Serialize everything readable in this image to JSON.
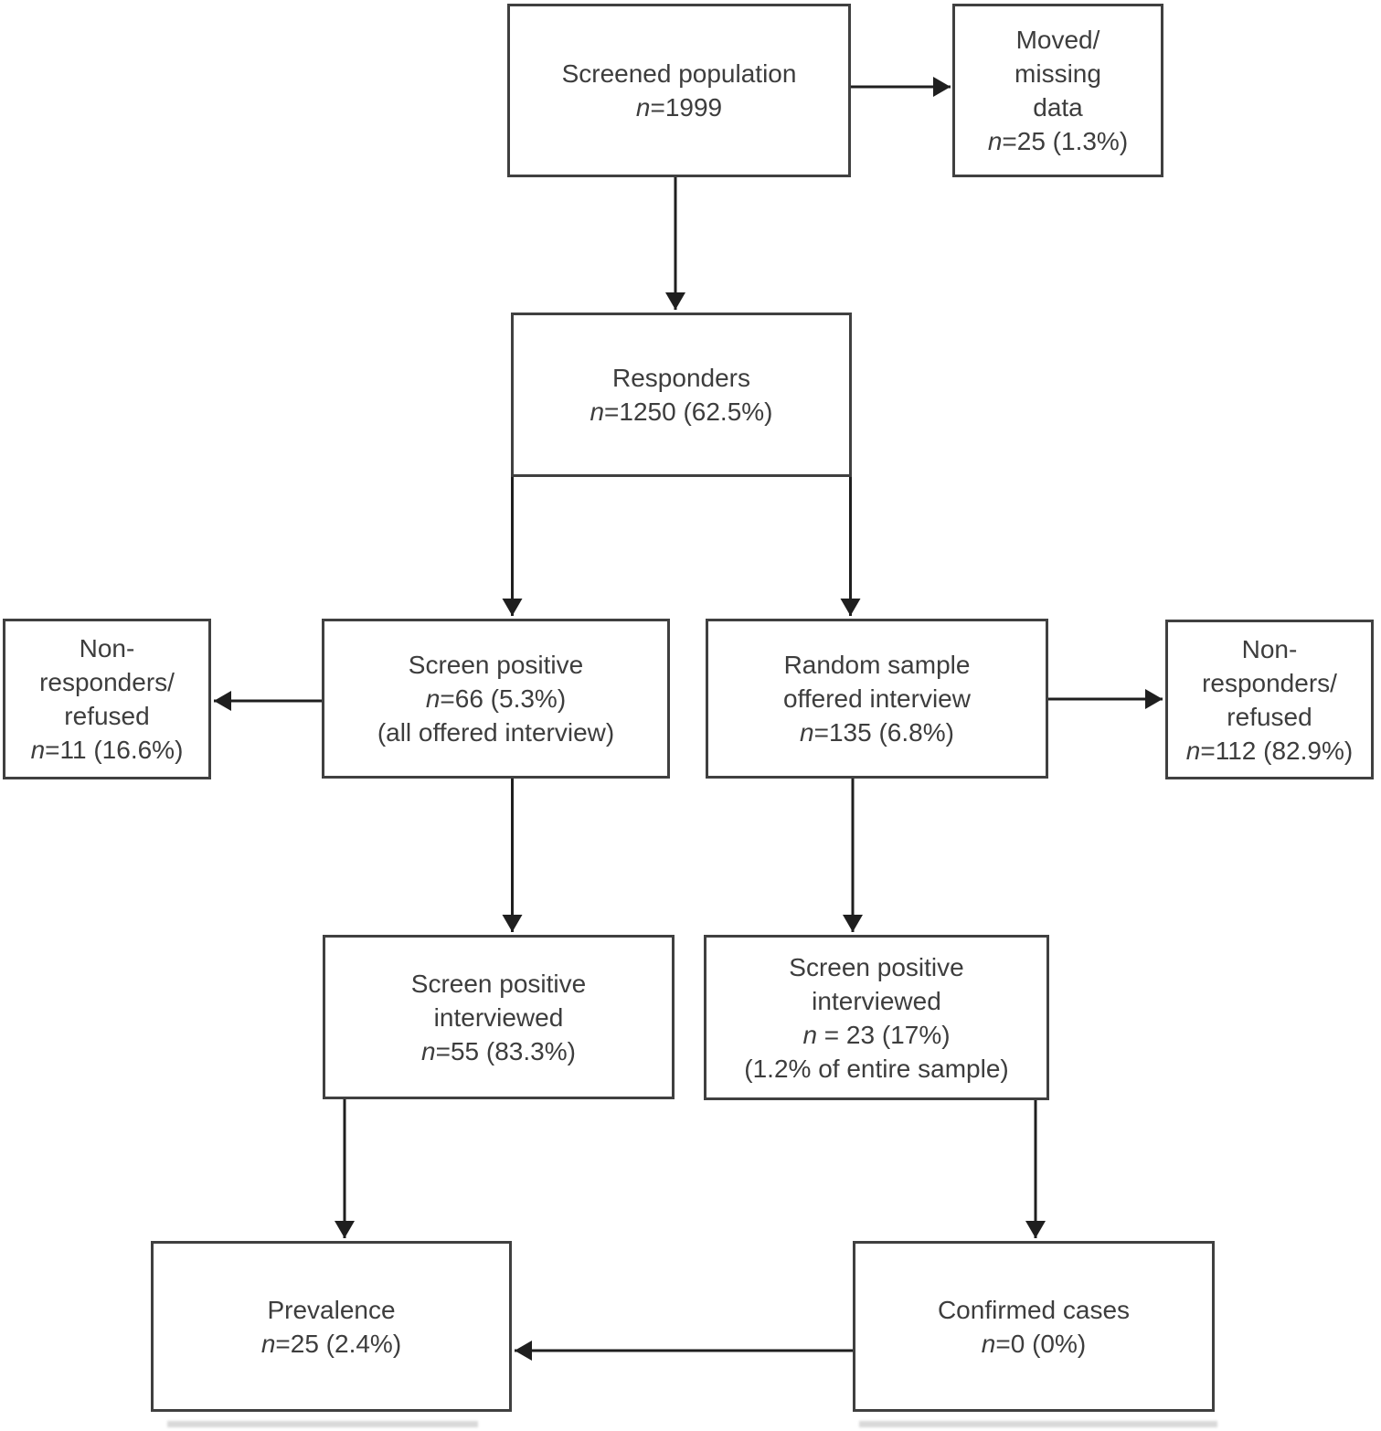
{
  "boxes": {
    "screened_population": [
      "Screened population",
      "n=1999"
    ],
    "moved_missing": [
      "Moved/",
      "missing",
      "data",
      "n=25 (1.3%)"
    ],
    "responders": [
      "Responders",
      "n=1250 (62.5%)"
    ],
    "screen_positive": [
      "Screen positive",
      "n=66 (5.3%)",
      "(all offered interview)"
    ],
    "random_sample": [
      "Random sample",
      "offered interview",
      "n=135 (6.8%)"
    ],
    "non_responders_left": [
      "Non-",
      "responders/",
      "refused",
      "n=11 (16.6%)"
    ],
    "non_responders_right": [
      "Non-",
      "responders/",
      "refused",
      "n=112 (82.9%)"
    ],
    "screen_positive_interviewed_left": [
      "Screen positive",
      "interviewed",
      "n=55 (83.3%)"
    ],
    "screen_positive_interviewed_right": [
      "Screen positive",
      "interviewed",
      "n = 23 (17%)",
      "(1.2% of entire sample)"
    ],
    "prevalence": [
      "Prevalence",
      "n=25 (2.4%)"
    ],
    "confirmed_cases": [
      "Confirmed cases",
      "n=0 (0%)"
    ]
  },
  "colors": {
    "background": "#ffffff",
    "box_border": "#404040",
    "text": "#3d3d3d",
    "arrow": "#1f1f1f",
    "crop_remnant": "#d9d9d9"
  }
}
